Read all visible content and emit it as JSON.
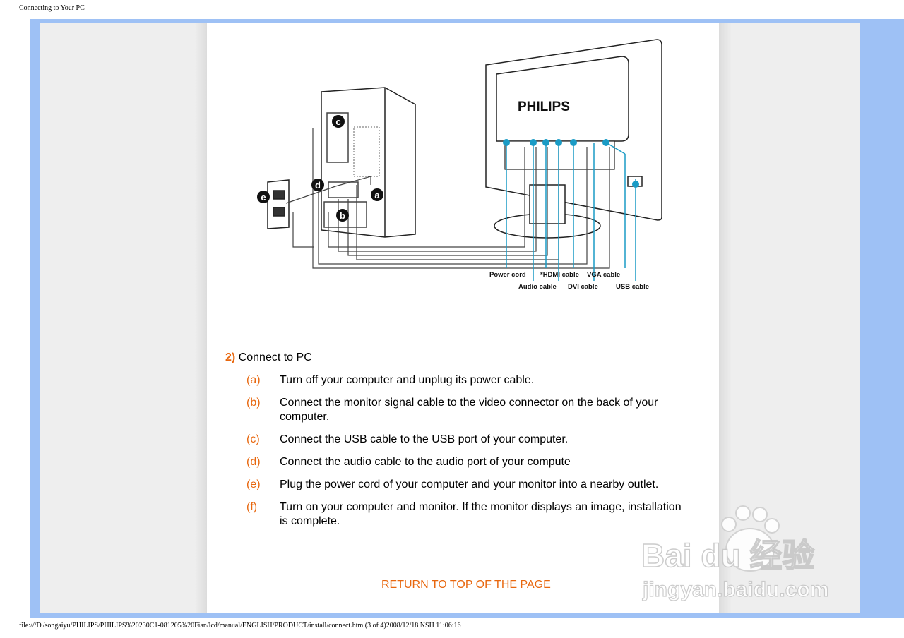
{
  "print_header": "Connecting to Your PC",
  "print_footer": "file:///D|/songaiyu/PHILIPS/PHILIPS%20230C1-081205%20Fian/lcd/manual/ENGLISH/PRODUCT/install/connect.htm (3 of 4)2008/12/18 NSH 11:06:16",
  "diagram": {
    "brand": "PHILIPS",
    "markers": [
      "a",
      "b",
      "c",
      "d",
      "e"
    ],
    "cable_labels": [
      "Power cord",
      "*HDMI cable",
      "VGA cable",
      "Audio cable",
      "DVI cable",
      "USB cable"
    ],
    "accent_color": "#1a9bc5"
  },
  "step": {
    "number": "2)",
    "title": "Connect to PC",
    "items": [
      {
        "letter": "(a)",
        "text": "Turn off your computer and unplug its power cable."
      },
      {
        "letter": "(b)",
        "text": "Connect the monitor signal cable to the video connector on the back of your computer."
      },
      {
        "letter": "(c)",
        "text": "Connect the USB cable to the USB port of your computer."
      },
      {
        "letter": "(d)",
        "text": "Connect the audio cable to the audio port of your compute"
      },
      {
        "letter": "(e)",
        "text": "Plug the power cord of your computer and your monitor into a nearby outlet."
      },
      {
        "letter": "(f)",
        "text": "Turn on your computer and monitor. If the monitor displays an image, installation is complete."
      }
    ]
  },
  "return_link": "RETURN TO TOP OF THE PAGE",
  "watermark": {
    "brand": "Bai du 经验",
    "url": "jingyan.baidu.com"
  },
  "colors": {
    "accent": "#e8670e",
    "frame": "#9ec1f5",
    "page_bg": "#eeeeee"
  }
}
